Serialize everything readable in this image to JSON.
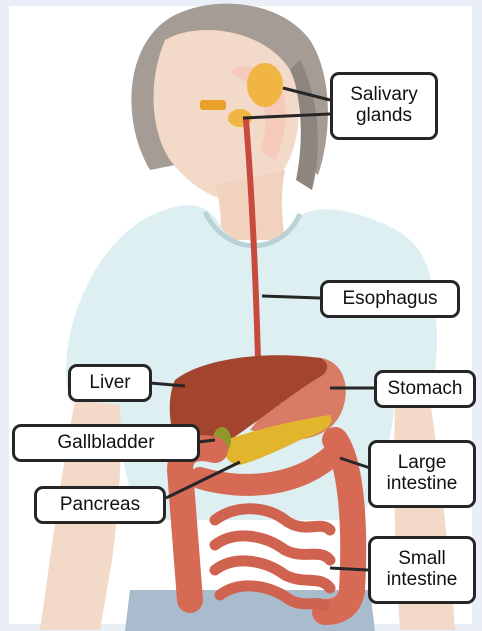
{
  "labels": {
    "salivary_glands": "Salivary\nglands",
    "esophagus": "Esophagus",
    "liver": "Liver",
    "stomach": "Stomach",
    "gallbladder": "Gallbladder",
    "large_intestine": "Large\nintestine",
    "pancreas": "Pancreas",
    "small_intestine": "Small\nintestine"
  },
  "colors": {
    "frame": "#e9eef7",
    "skin": "#f3d9c8",
    "hair": "#a59c95",
    "shirt": "#ddeff1",
    "esophagus": "#c84a3f",
    "liver": "#a2442e",
    "stomach": "#d87c66",
    "gallbladder": "#8d9a2b",
    "pancreas": "#e2b62c",
    "large_intestine": "#d66a55",
    "small_intestine": "#d0634f",
    "salivary": "#f0b542",
    "pants": "#a9bccd",
    "callout_border": "#262626"
  }
}
